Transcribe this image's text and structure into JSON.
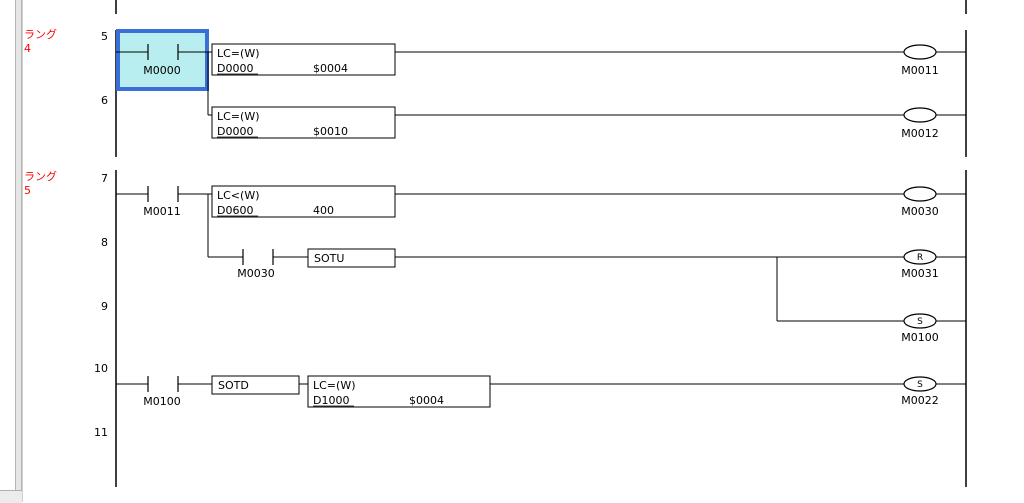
{
  "rungs": [
    {
      "rung_label": "ラング",
      "rung_number": "4"
    },
    {
      "rung_label": "ラング",
      "rung_number": "5"
    }
  ],
  "line_numbers": [
    "5",
    "6",
    "7",
    "8",
    "9",
    "10",
    "11"
  ],
  "contacts": [
    {
      "label": "M0000",
      "selected": true
    },
    {
      "label": "M0011",
      "selected": false
    },
    {
      "label": "M0030",
      "selected": false
    },
    {
      "label": "M0100",
      "selected": false
    }
  ],
  "compare_blocks": [
    {
      "op": "LC=(W)",
      "device": "D0000",
      "value": "$0004"
    },
    {
      "op": "LC=(W)",
      "device": "D0000",
      "value": "$0010"
    },
    {
      "op": "LC<(W)",
      "device": "D0600",
      "value": "400"
    },
    {
      "op": "LC=(W)",
      "device": "D1000",
      "value": "$0004"
    }
  ],
  "function_blocks": [
    {
      "label": "SOTU"
    },
    {
      "label": "SOTD"
    }
  ],
  "coils": [
    {
      "label": "M0011",
      "type": ""
    },
    {
      "label": "M0012",
      "type": ""
    },
    {
      "label": "M0030",
      "type": ""
    },
    {
      "label": "M0031",
      "type": "R"
    },
    {
      "label": "M0100",
      "type": "S"
    },
    {
      "label": "M0022",
      "type": "S"
    }
  ],
  "colors": {
    "selection_fill": "#b8eef0",
    "selection_border": "#3a6fd8",
    "rung_label": "#ff0000"
  }
}
